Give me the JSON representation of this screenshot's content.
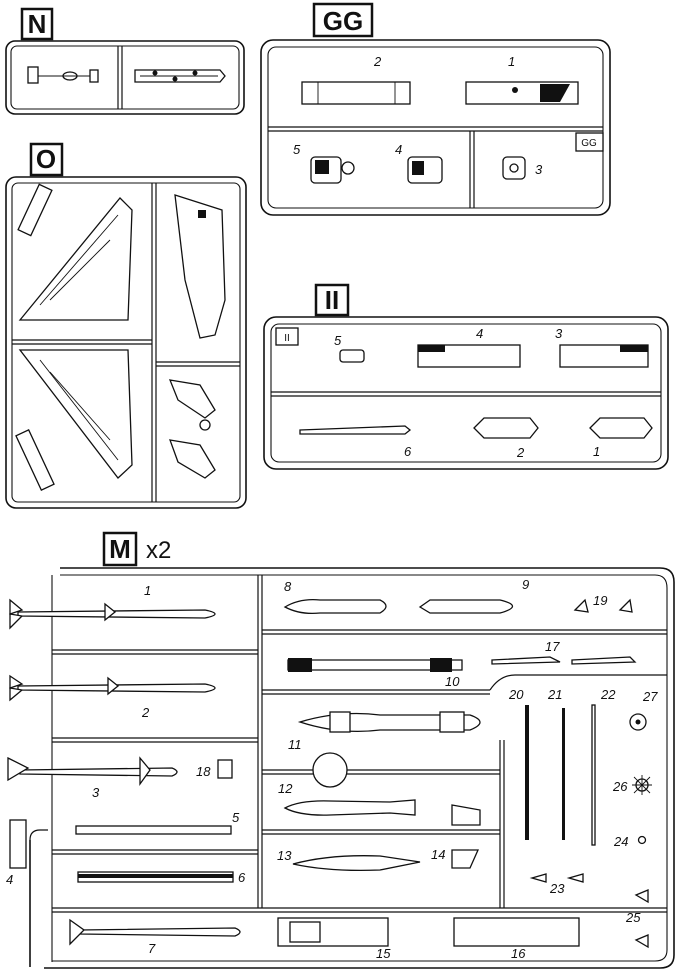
{
  "sprues": {
    "N": {
      "letter": "N"
    },
    "GG": {
      "letter": "GG",
      "corner_tag": "GG",
      "parts": [
        "1",
        "2",
        "3",
        "4",
        "5"
      ]
    },
    "O": {
      "letter": "O"
    },
    "II": {
      "letter": "II",
      "corner_tag": "II",
      "parts": [
        "1",
        "2",
        "3",
        "4",
        "5",
        "6"
      ]
    },
    "M": {
      "letter": "M",
      "multiplier": "x2",
      "parts": [
        "1",
        "2",
        "3",
        "4",
        "5",
        "6",
        "7",
        "8",
        "9",
        "10",
        "11",
        "12",
        "13",
        "14",
        "15",
        "16",
        "17",
        "18",
        "19",
        "20",
        "21",
        "22",
        "23",
        "24",
        "25",
        "26",
        "27"
      ]
    }
  }
}
